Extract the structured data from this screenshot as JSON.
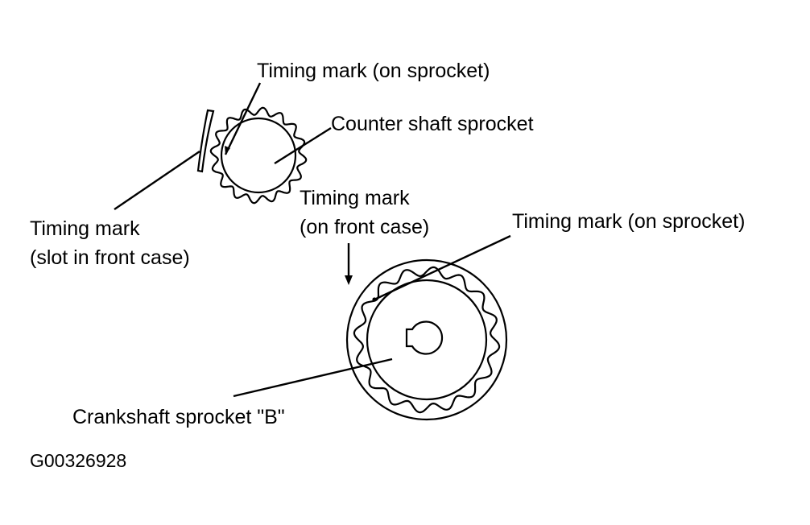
{
  "labels": {
    "counter_timing_mark": "Timing mark (on sprocket)",
    "counter_shaft_sprocket": "Counter shaft sprocket",
    "slot_mark_line1": "Timing mark",
    "slot_mark_line2": "(slot in front case)",
    "front_case_mark_line1": "Timing mark",
    "front_case_mark_line2": "(on front case)",
    "crank_timing_mark": "Timing mark (on sprocket)",
    "crankshaft_sprocket": "Crankshaft sprocket \"B\"",
    "figure_id": "G00326928"
  },
  "colors": {
    "ink": "#000000",
    "paper": "#ffffff"
  }
}
